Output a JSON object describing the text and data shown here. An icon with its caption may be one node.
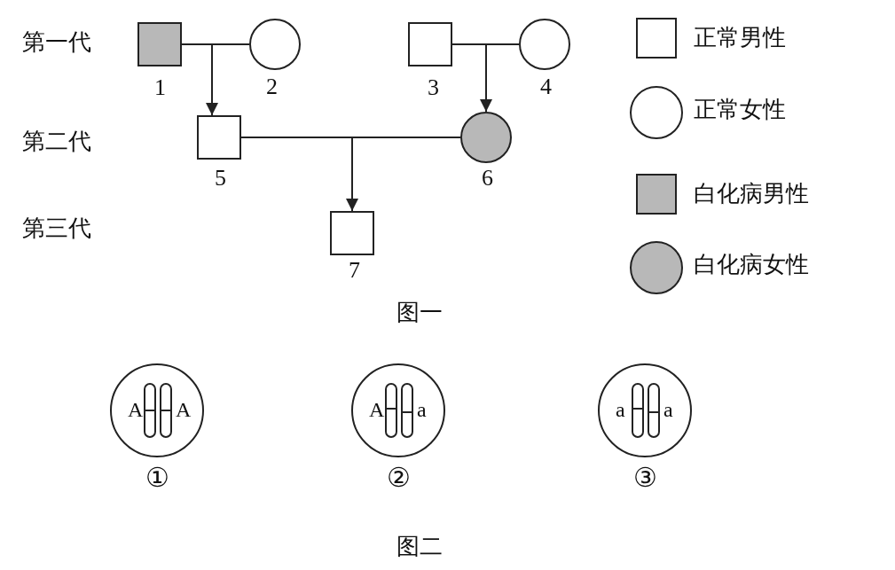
{
  "diagram": {
    "nodes": [
      {
        "text": [],
        "shape": "box",
        "beside": [
          "1"
        ]
      },
      {
        "text": [],
        "shape": "circle",
        "beside": [
          "2"
        ]
      },
      {
        "text": [],
        "shape": "box",
        "beside": [
          "3"
        ]
      },
      {
        "text": [],
        "shape": "circle",
        "beside": [
          "4"
        ]
      },
      {
        "text": [],
        "shape": "box",
        "beside": [
          "5"
        ]
      },
      {
        "text": [],
        "shape": "circle",
        "beside": [
          "6"
        ]
      },
      {
        "text": [],
        "shape": "box",
        "beside": [
          "7"
        ]
      },
      {
        "text": [
          "A",
          "A"
        ],
        "beside": [
          "①"
        ]
      },
      {
        "text": [
          "A",
          "a"
        ],
        "beside": [
          "②"
        ]
      },
      {
        "text": [
          "a",
          "a"
        ],
        "beside": [
          "③"
        ]
      }
    ],
    "edges": [
      {
        "from": 0,
        "to": 1,
        "arrow": "none"
      },
      {
        "from": null,
        "to": 4,
        "arrow": "to"
      },
      {
        "from": 2,
        "to": 3,
        "arrow": "none"
      },
      {
        "from": null,
        "to": 5,
        "arrow": "to"
      },
      {
        "from": 4,
        "to": 5,
        "arrow": "none"
      },
      {
        "from": null,
        "to": 6,
        "arrow": "to"
      }
    ],
    "labels": [
      "第一代",
      "第二代",
      "第三代",
      "图一",
      "图二"
    ],
    "legend": [
      {
        "text": "正常男性"
      },
      {
        "text": "正常女性"
      },
      {
        "text": "白化病男性"
      },
      {
        "text": "白化病女性"
      }
    ]
  }
}
